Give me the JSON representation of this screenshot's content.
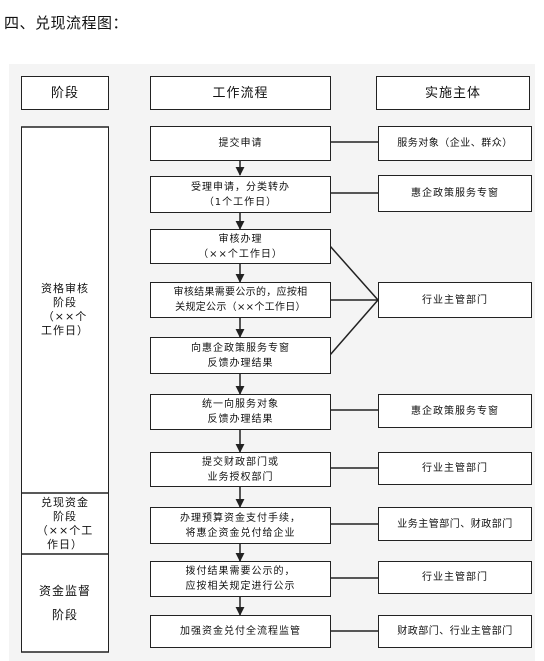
{
  "heading": "四、兑现流程图：",
  "headers": {
    "stage": "阶段",
    "process": "工作流程",
    "actor": "实施主体"
  },
  "stages": [
    {
      "lines": [
        "资格审核",
        "阶段",
        "（××个",
        "工作日）"
      ]
    },
    {
      "lines": [
        "兑现资金",
        "阶段",
        "（××个工",
        "作日）"
      ]
    },
    {
      "lines": [
        "资金监督",
        "阶段"
      ]
    }
  ],
  "steps": [
    {
      "lines": [
        "提交申请"
      ]
    },
    {
      "lines": [
        "受理申请，分类转办",
        "（1个工作日）"
      ]
    },
    {
      "lines": [
        "审核办理",
        "（××个工作日）"
      ]
    },
    {
      "lines": [
        "审核结果需要公示的，应按相",
        "关规定公示（××个工作日）"
      ]
    },
    {
      "lines": [
        "向惠企政策服务专窗",
        "反馈办理结果"
      ]
    },
    {
      "lines": [
        "统一向服务对象",
        "反馈办理结果"
      ]
    },
    {
      "lines": [
        "提交财政部门或",
        "业务授权部门"
      ]
    },
    {
      "lines": [
        "办理预算资金支付手续，",
        "将惠企资金兑付给企业"
      ]
    },
    {
      "lines": [
        "拨付结果需要公示的，",
        "应按相关规定进行公示"
      ]
    },
    {
      "lines": [
        "加强资金兑付全流程监管"
      ]
    }
  ],
  "actors": [
    {
      "label": "服务对象（企业、群众）"
    },
    {
      "label": "惠企政策服务专窗"
    },
    {
      "label": "行业主管部门"
    },
    {
      "label": "惠企政策服务专窗"
    },
    {
      "label": "行业主管部门"
    },
    {
      "label": "业务主管部门、财政部门"
    },
    {
      "label": "行业主管部门"
    },
    {
      "label": "财政部门、行业主管部门"
    }
  ]
}
